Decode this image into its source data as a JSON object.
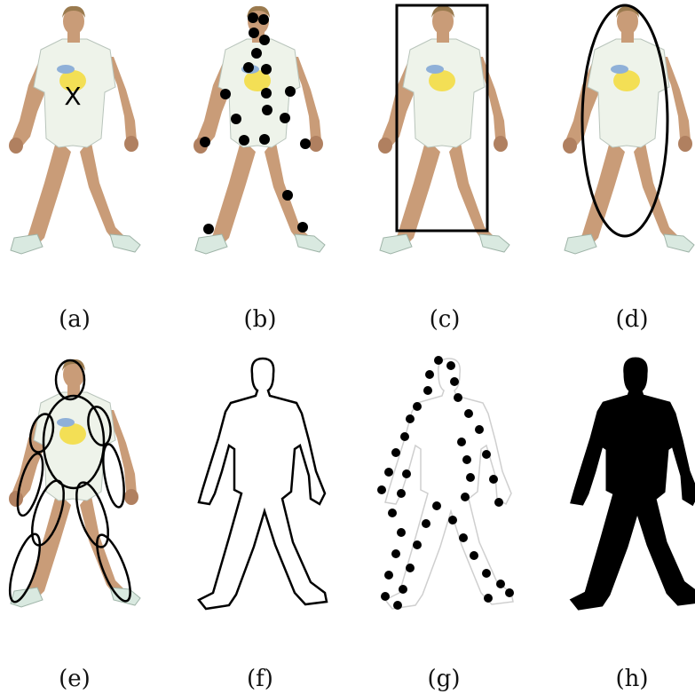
{
  "figure": {
    "panels": [
      {
        "id": "a",
        "caption": "(a)",
        "representation": "center-point",
        "marker": "X"
      },
      {
        "id": "b",
        "caption": "(b)",
        "representation": "body-keypoints"
      },
      {
        "id": "c",
        "caption": "(c)",
        "representation": "bounding-rectangle"
      },
      {
        "id": "d",
        "caption": "(d)",
        "representation": "bounding-ellipse"
      },
      {
        "id": "e",
        "caption": "(e)",
        "representation": "body-part-ellipses"
      },
      {
        "id": "f",
        "caption": "(f)",
        "representation": "contour"
      },
      {
        "id": "g",
        "caption": "(g)",
        "representation": "contour-points"
      },
      {
        "id": "h",
        "caption": "(h)",
        "representation": "silhouette"
      }
    ],
    "colors": {
      "skin": "#c99c78",
      "shirt": "#eef3ea",
      "shirt_logo": "#f3df55",
      "hair": "#9a7a4e",
      "shoe": "#d9e9e0",
      "annotation": "#000000",
      "silhouette": "#000000"
    }
  }
}
